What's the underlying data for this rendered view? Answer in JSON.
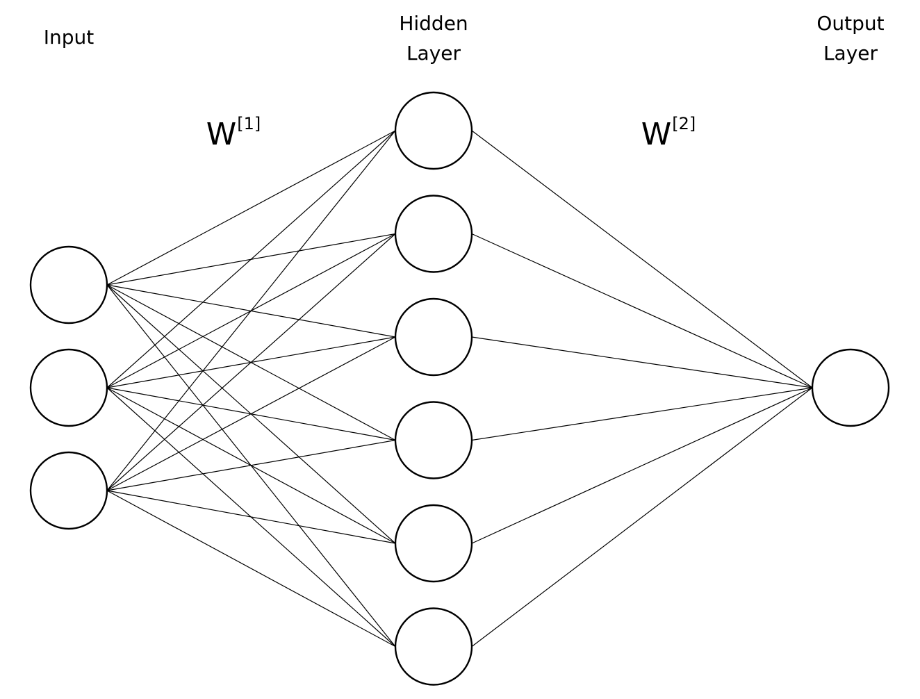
{
  "labels": {
    "input": "Input",
    "hidden_line1": "Hidden",
    "hidden_line2": "Layer",
    "output_line1": "Output",
    "output_line2": "Layer"
  },
  "weights": {
    "w1_base": "W",
    "w1_sup": "[1]",
    "w2_base": "W",
    "w2_sup": "[2]"
  },
  "network": {
    "input_nodes": 3,
    "hidden_nodes": 6,
    "output_nodes": 1,
    "fully_connected": true
  },
  "colors": {
    "stroke": "#000000",
    "background": "#ffffff"
  }
}
